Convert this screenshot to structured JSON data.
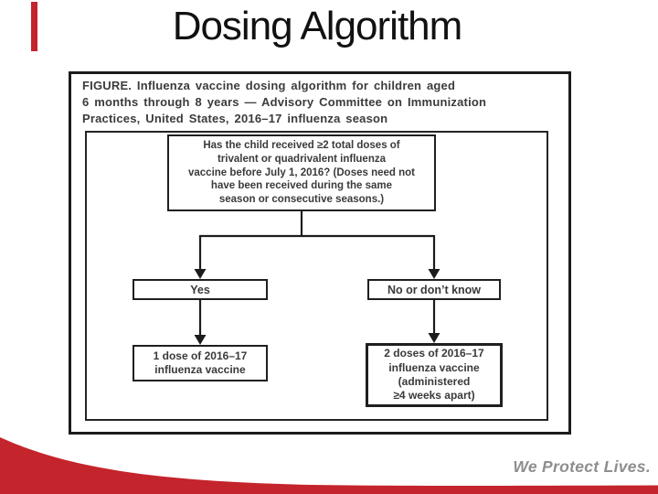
{
  "slide": {
    "title": "Dosing Algorithm",
    "tagline": "We Protect Lives."
  },
  "colors": {
    "accent_red": "#C4242C",
    "figure_border": "#1C1C1C",
    "connector_black": "#1C1C1C",
    "text_dark": "#3B3B3B",
    "tagline_gray": "#8E8E8E"
  },
  "figure": {
    "caption_lines": [
      "FIGURE. Influenza vaccine dosing algorithm for children aged",
      "6 months through 8 years — Advisory Committee on Immunization",
      "Practices, United States, 2016–17 influenza season"
    ],
    "flowchart": {
      "question_lines": [
        "Has the child received ≥2 total doses of",
        "trivalent or quadrivalent influenza",
        "vaccine before July 1, 2016? (Doses need not",
        "have been received during the same",
        "season or consecutive seasons.)"
      ],
      "branch_yes_label": "Yes",
      "branch_no_label": "No or don’t know",
      "outcome_yes_lines": [
        "1 dose of 2016–17",
        "influenza vaccine"
      ],
      "outcome_no_lines": [
        "2 doses of 2016–17",
        "influenza vaccine",
        "(administered",
        "≥4 weeks apart)"
      ]
    }
  }
}
